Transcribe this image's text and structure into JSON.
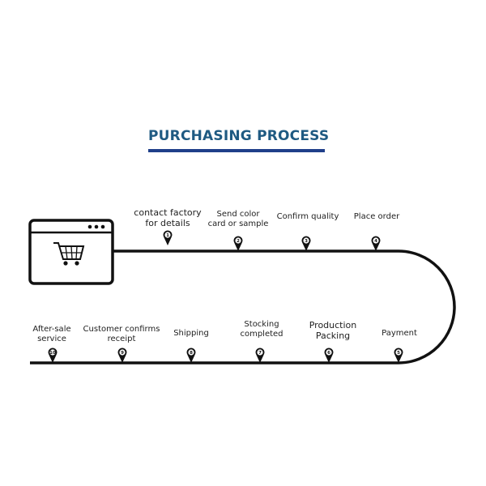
{
  "title": "PURCHASING PROCESS",
  "colors": {
    "title": "#1f5a82",
    "title_bar": "#1f3f8a",
    "line": "#111111"
  },
  "icons": {
    "browser_window": "shopping-cart-window-icon",
    "pin": "map-pin-icon"
  },
  "steps": [
    {
      "number": "1",
      "lines": [
        "contact factory",
        "for details"
      ]
    },
    {
      "number": "2",
      "lines": [
        "Send color",
        "card or sample"
      ]
    },
    {
      "number": "3",
      "lines": [
        "Confirm quality"
      ]
    },
    {
      "number": "4",
      "lines": [
        "Place order"
      ]
    },
    {
      "number": "5",
      "lines": [
        "Payment"
      ]
    },
    {
      "number": "6",
      "lines": [
        "Production",
        "Packing"
      ]
    },
    {
      "number": "7",
      "lines": [
        "Stocking",
        "completed"
      ]
    },
    {
      "number": "8",
      "lines": [
        "Shipping"
      ]
    },
    {
      "number": "9",
      "lines": [
        "Customer confirms",
        "receipt"
      ]
    },
    {
      "number": "10",
      "lines": [
        "After-sale",
        "service"
      ]
    }
  ]
}
